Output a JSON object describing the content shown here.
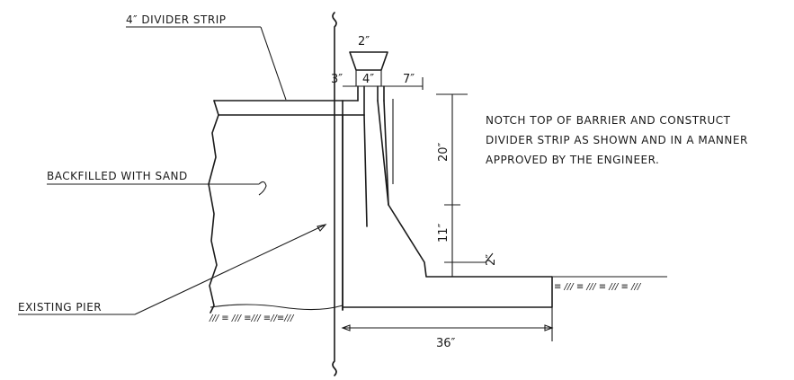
{
  "labels": {
    "divider_strip": "4″ DIVIDER STRIP",
    "backfilled": "BACKFILLED WITH SAND",
    "existing_pier": "EXISTING PIER",
    "note_line1": "NOTCH TOP OF BARRIER AND CONSTRUCT",
    "note_line2": "DIVIDER STRIP AS SHOWN AND IN A MANNER",
    "note_line3": "APPROVED BY THE ENGINEER."
  },
  "dimensions": {
    "top_2": "2″",
    "three": "3″",
    "four": "4″",
    "seven": "7″",
    "twenty": "20″",
    "eleven": "11″",
    "two_right": "2″",
    "thirtysix": "36″"
  },
  "ground": {
    "hatch_right": "≡ /// ≡ /// ≡ /// ≡ ///",
    "hatch_left": "/// ≡ /// ≡/// ≡//≡∕//"
  }
}
